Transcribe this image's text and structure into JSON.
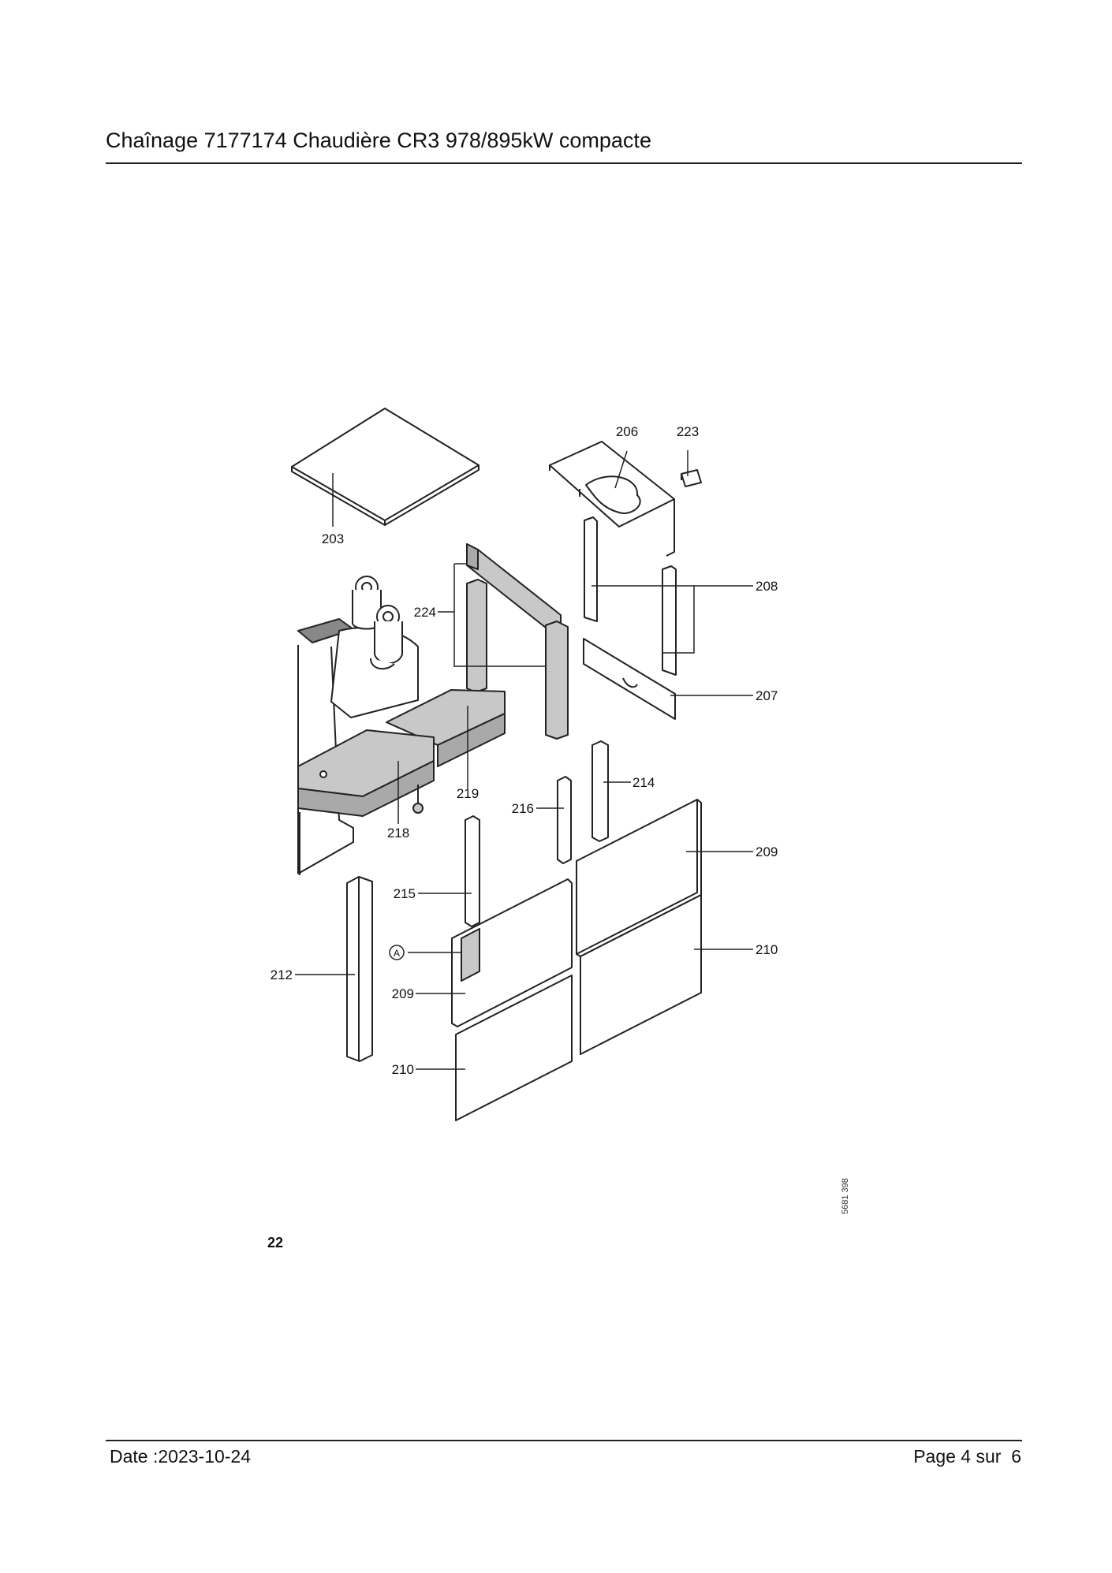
{
  "header": {
    "title": "Chaînage 7177174 Chaudière CR3 978/895kW compacte"
  },
  "footer": {
    "date": "Date :2023-10-24",
    "page": "Page 4 sur  6"
  },
  "figure": {
    "number": "22",
    "ref_code": "5681 398",
    "detail_marker": "A",
    "callouts": {
      "p203": "203",
      "p206": "206",
      "p223": "223",
      "p208": "208",
      "p224": "224",
      "p207": "207",
      "p219": "219",
      "p214": "214",
      "p216": "216",
      "p218": "218",
      "p209_right": "209",
      "p215": "215",
      "p210_right": "210",
      "p212": "212",
      "p209_left": "209",
      "p210_left": "210"
    }
  }
}
